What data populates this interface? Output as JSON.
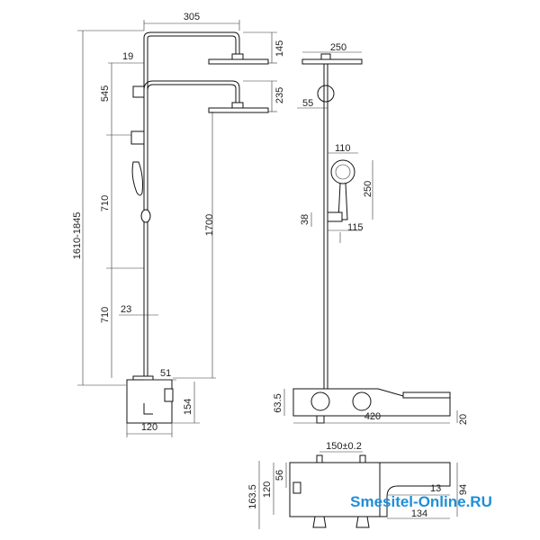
{
  "dimensions": {
    "total_height": "1610-1845",
    "top_width": "305",
    "top_head_height": "145",
    "top_offset": "19",
    "upper_span": "545",
    "lower_head_height": "235",
    "mid_span": "710",
    "bar_length": "1700",
    "lower_span": "710",
    "bar_offset": "23",
    "box_offset": "51",
    "box_height": "154",
    "box_width": "120",
    "side_head_width": "250",
    "side_offset": "55",
    "hand_width": "110",
    "hand_length": "250",
    "holder_height": "38",
    "holder_depth": "115",
    "panel_height": "63.5",
    "panel_length": "420",
    "panel_lip": "20",
    "spacing": "150±0.2",
    "top_depth": "163.5",
    "top_height_a": "120",
    "top_height_b": "56",
    "shelf_gap": "13",
    "shelf_height": "94",
    "shelf_width": "134"
  },
  "watermark": "Smesitel-Online.RU",
  "colors": {
    "watermark": "#1e8fd8",
    "line": "#111111"
  }
}
